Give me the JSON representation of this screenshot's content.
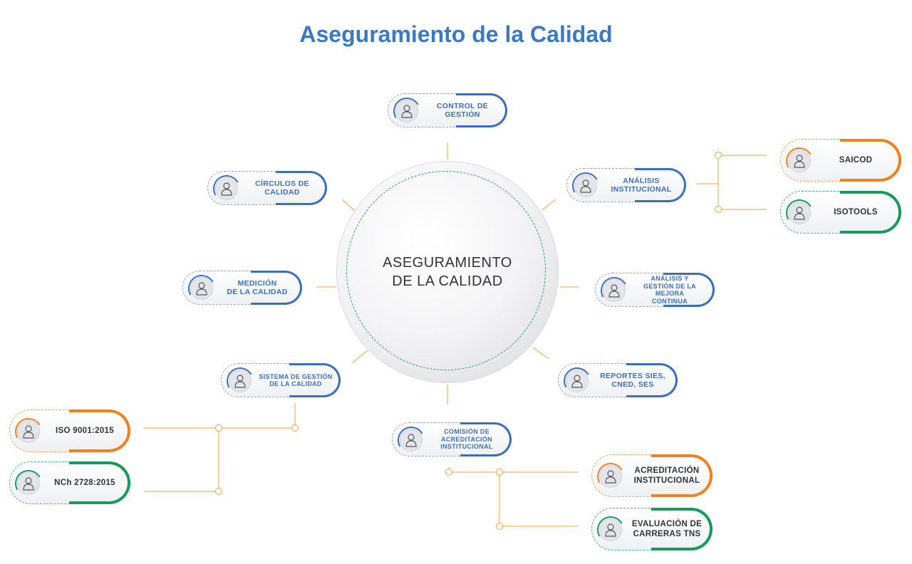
{
  "title": "Aseguramiento de la Calidad",
  "center": "ASEGURAMIENTO\nDE LA CALIDAD",
  "nodes": {
    "control": "CONTROL DE\nGESTIÓN",
    "circulos": "CÍRCULOS DE\nCALIDAD",
    "analisis": "ANÁLISIS\nINSTITUCIONAL",
    "medicion": "MEDICIÓN\nDE LA CALIDAD",
    "mejora": "ANÁLISIS Y\nGESTIÓN DE LA MEJORA\nCONTINUA",
    "sistema": "SISTEMA DE GESTIÓN\nDE LA CALIDAD",
    "reportes": "REPORTES SIES,\nCNED, SES",
    "comision": "COMISIÓN DE\nACREDITACIÓN\nINSTITUCIONAL",
    "saicod": "SAICOD",
    "isotools": "ISOTOOLS",
    "iso9001": "ISO 9001:2015",
    "nch": "NCh 2728:2015",
    "acreditacion": "ACREDITACIÓN\nINSTITUCIONAL",
    "evaluacion": "EVALUACIÓN DE\nCARRERAS TNS"
  },
  "colors": {
    "title": "#3b7ac2",
    "blue": "#3b6fb8",
    "orange": "#f08020",
    "green": "#1a9a5a",
    "connector": "#f0a040"
  },
  "icons": [
    "person-icon"
  ]
}
